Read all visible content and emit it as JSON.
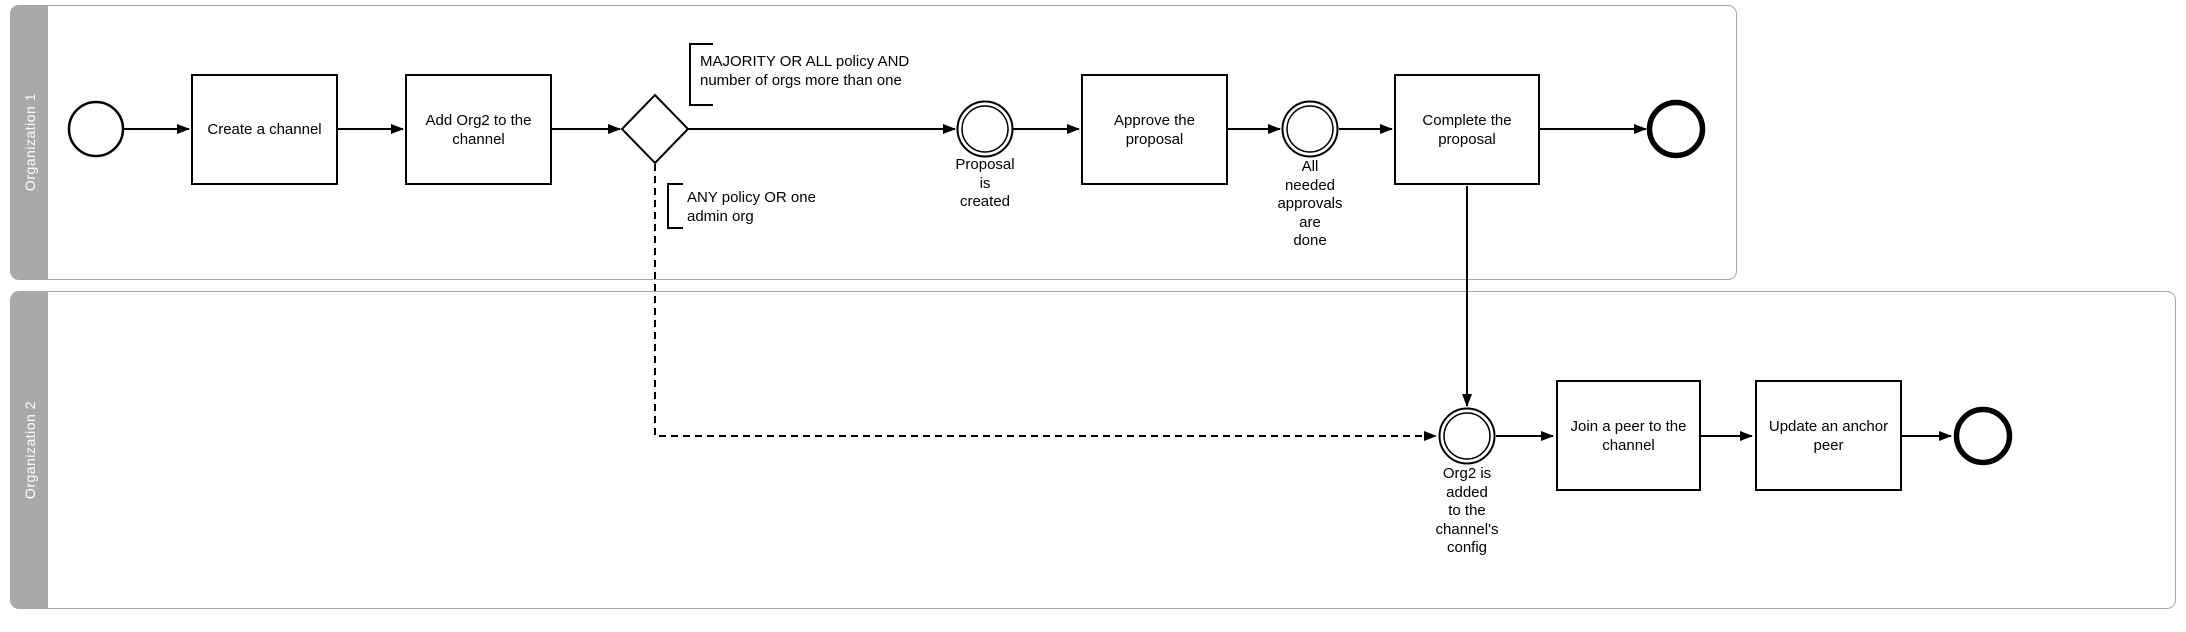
{
  "diagram": {
    "type": "bpmn-swimlane-flowchart",
    "lanes": [
      {
        "id": "lane1",
        "label": "Organization 1"
      },
      {
        "id": "lane2",
        "label": "Organization 2"
      }
    ],
    "nodes": {
      "start_event": {
        "kind": "start-event",
        "label": ""
      },
      "task_create_channel": {
        "kind": "task",
        "label": "Create a channel"
      },
      "task_add_org2": {
        "kind": "task",
        "label": "Add Org2 to the channel"
      },
      "gateway_policy": {
        "kind": "exclusive-gateway",
        "label": ""
      },
      "event_proposal_created": {
        "kind": "intermediate-event",
        "label": "Proposal\nis\ncreated"
      },
      "task_approve_proposal": {
        "kind": "task",
        "label": "Approve the proposal"
      },
      "event_approvals_done": {
        "kind": "intermediate-event",
        "label": "All\nneeded\napprovals\nare\ndone"
      },
      "task_complete_proposal": {
        "kind": "task",
        "label": "Complete the proposal"
      },
      "end_event_org1": {
        "kind": "end-event",
        "label": ""
      },
      "event_org2_added": {
        "kind": "intermediate-event",
        "label": "Org2 is\nadded\nto the\nchannel's\nconfig"
      },
      "task_join_peer": {
        "kind": "task",
        "label": "Join a peer to the channel"
      },
      "task_update_anchor": {
        "kind": "task",
        "label": "Update an anchor peer"
      },
      "end_event_org2": {
        "kind": "end-event",
        "label": ""
      }
    },
    "annotations": {
      "majority_policy": {
        "text": "MAJORITY OR ALL policy AND\nnumber of orgs more than one"
      },
      "any_policy": {
        "text": "ANY policy OR one\nadmin org"
      }
    },
    "edges": [
      {
        "from": "start_event",
        "to": "task_create_channel",
        "style": "solid"
      },
      {
        "from": "task_create_channel",
        "to": "task_add_org2",
        "style": "solid"
      },
      {
        "from": "task_add_org2",
        "to": "gateway_policy",
        "style": "solid"
      },
      {
        "from": "gateway_policy",
        "to": "event_proposal_created",
        "style": "solid",
        "condition": "MAJORITY OR ALL policy AND number of orgs more than one"
      },
      {
        "from": "event_proposal_created",
        "to": "task_approve_proposal",
        "style": "solid"
      },
      {
        "from": "task_approve_proposal",
        "to": "event_approvals_done",
        "style": "solid"
      },
      {
        "from": "event_approvals_done",
        "to": "task_complete_proposal",
        "style": "solid"
      },
      {
        "from": "task_complete_proposal",
        "to": "end_event_org1",
        "style": "solid"
      },
      {
        "from": "task_complete_proposal",
        "to": "event_org2_added",
        "style": "solid"
      },
      {
        "from": "gateway_policy",
        "to": "event_org2_added",
        "style": "dashed",
        "condition": "ANY policy OR one admin org"
      },
      {
        "from": "event_org2_added",
        "to": "task_join_peer",
        "style": "solid"
      },
      {
        "from": "task_join_peer",
        "to": "task_update_anchor",
        "style": "solid"
      },
      {
        "from": "task_update_anchor",
        "to": "end_event_org2",
        "style": "solid"
      }
    ],
    "colors": {
      "lane_border": "#a6a6a6",
      "lane_header_fill": "#a9a9a9",
      "lane_header_text": "#ffffff",
      "shape_stroke": "#000000",
      "shape_fill": "#ffffff"
    }
  }
}
